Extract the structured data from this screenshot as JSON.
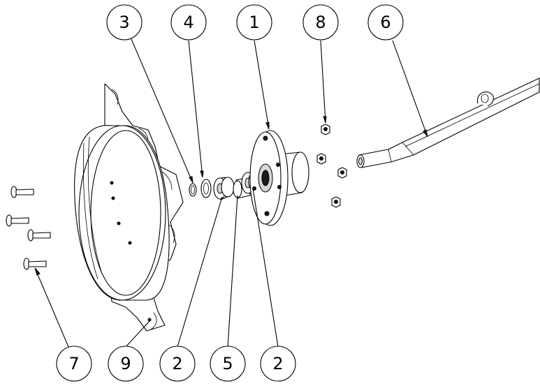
{
  "balloons": [
    {
      "id": "b-top-1",
      "label": "3"
    },
    {
      "id": "b-top-2",
      "label": "4"
    },
    {
      "id": "b-top-3",
      "label": "1"
    },
    {
      "id": "b-top-4",
      "label": "8"
    },
    {
      "id": "b-top-5",
      "label": "6"
    },
    {
      "id": "b-bot-1",
      "label": "7"
    },
    {
      "id": "b-bot-2",
      "label": "9"
    },
    {
      "id": "b-bot-3",
      "label": "2"
    },
    {
      "id": "b-bot-4",
      "label": "5"
    },
    {
      "id": "b-bot-5",
      "label": "2"
    }
  ]
}
